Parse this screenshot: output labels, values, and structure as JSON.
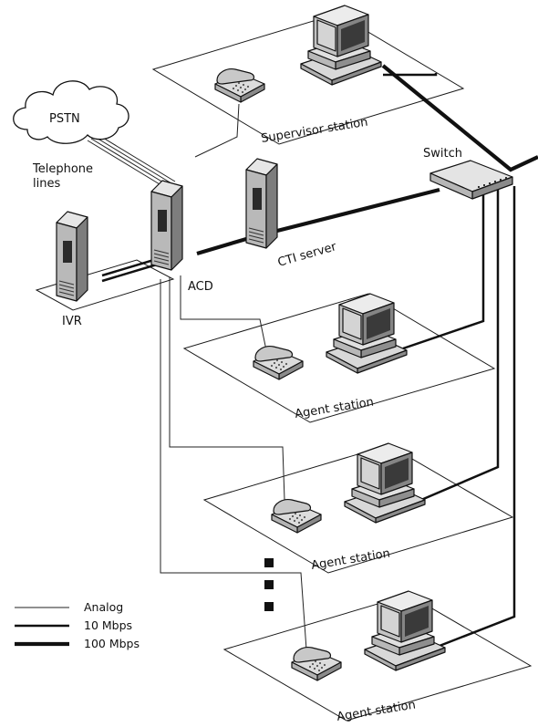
{
  "labels": {
    "pstn": "PSTN",
    "telephone_lines": [
      "Telephone",
      "lines"
    ],
    "ivr": "IVR",
    "acd": "ACD",
    "cti_server": "CTI server",
    "switch": "Switch",
    "supervisor_station": "Supervisor station",
    "agent_station_1": "Agent station",
    "agent_station_2": "Agent station",
    "agent_station_3": "Agent station"
  },
  "legend": [
    {
      "label": "Analog",
      "line_type": "analog"
    },
    {
      "label": "10 Mbps",
      "line_type": "10mbps"
    },
    {
      "label": "100 Mbps",
      "line_type": "100mbps"
    }
  ],
  "colors": {
    "line": "#111111",
    "device_light": "#e6e6e6",
    "device_mid": "#b5b5b5",
    "device_dark": "#7a7a7a",
    "screen": "#3a3a3a"
  }
}
